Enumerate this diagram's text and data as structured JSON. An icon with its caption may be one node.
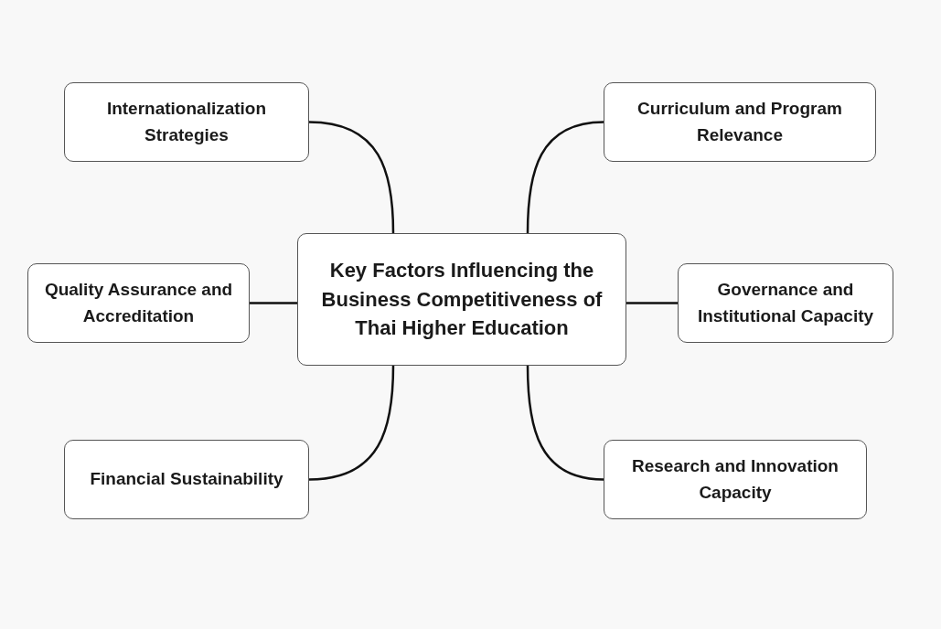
{
  "diagram": {
    "nodes": [
      {
        "text": [
          "Key Factors Influencing the Business Competitiveness of Thai Higher Education"
        ]
      },
      {
        "text": [
          "Internationalization Strategies"
        ]
      },
      {
        "text": [
          "Curriculum and Program Relevance"
        ]
      },
      {
        "text": [
          "Quality Assurance and Accreditation"
        ]
      },
      {
        "text": [
          "Governance and Institutional Capacity"
        ]
      },
      {
        "text": [
          "Financial Sustainability"
        ]
      },
      {
        "text": [
          "Research and Innovation Capacity"
        ]
      }
    ],
    "edges": [
      {
        "from": 0,
        "to": 1,
        "arrow": "none"
      },
      {
        "from": 0,
        "to": 2,
        "arrow": "none"
      },
      {
        "from": 0,
        "to": 3,
        "arrow": "none"
      },
      {
        "from": 0,
        "to": 4,
        "arrow": "none"
      },
      {
        "from": 0,
        "to": 5,
        "arrow": "none"
      },
      {
        "from": 0,
        "to": 6,
        "arrow": "none"
      }
    ]
  }
}
